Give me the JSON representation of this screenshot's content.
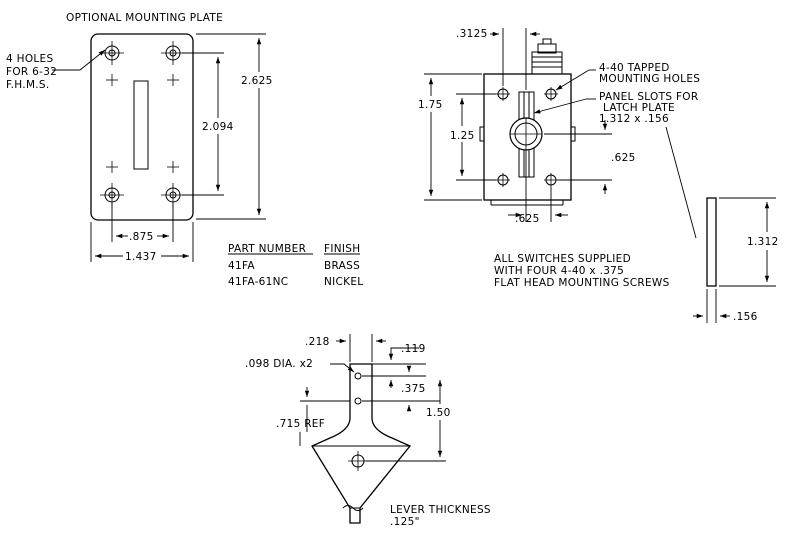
{
  "plate_view": {
    "title": "OPTIONAL MOUNTING PLATE",
    "holes_note": [
      "4 HOLES",
      "FOR 6-32",
      "F.H.M.S."
    ],
    "dim_height": "2.625",
    "dim_hole_span_v": "2.094",
    "dim_hole_span_h": ".875",
    "dim_width": "1.437"
  },
  "parts_table": {
    "headers": [
      "PART NUMBER",
      "FINISH"
    ],
    "rows": [
      [
        "41FA",
        "BRASS"
      ],
      [
        "41FA-61NC",
        "NICKEL"
      ]
    ]
  },
  "switch_view": {
    "dim_top_offset": ".3125",
    "dim_height": "1.75",
    "dim_hole_span_v": "1.25",
    "dim_hole_span_h_right": ".625",
    "dim_hole_span_h_bottom": ".625",
    "tapped_note": [
      "4-40 TAPPED",
      "MOUNTING HOLES"
    ],
    "slot_note": [
      "PANEL SLOTS FOR",
      "LATCH PLATE",
      "1.312 x .156"
    ]
  },
  "latch_plate": {
    "dim_length": "1.312",
    "dim_thickness": ".156"
  },
  "supply_note": [
    "ALL SWITCHES SUPPLIED",
    "WITH FOUR 4-40 x .375",
    "FLAT HEAD MOUNTING SCREWS"
  ],
  "lever_view": {
    "dim_width": ".218",
    "dim_hole_offset": ".119",
    "hole_note": ".098 DIA. x2",
    "dim_hole_spacing": ".375",
    "dim_ref": ".715 REF",
    "dim_length": "1.50",
    "thickness_note": [
      "LEVER THICKNESS",
      ".125\""
    ]
  }
}
